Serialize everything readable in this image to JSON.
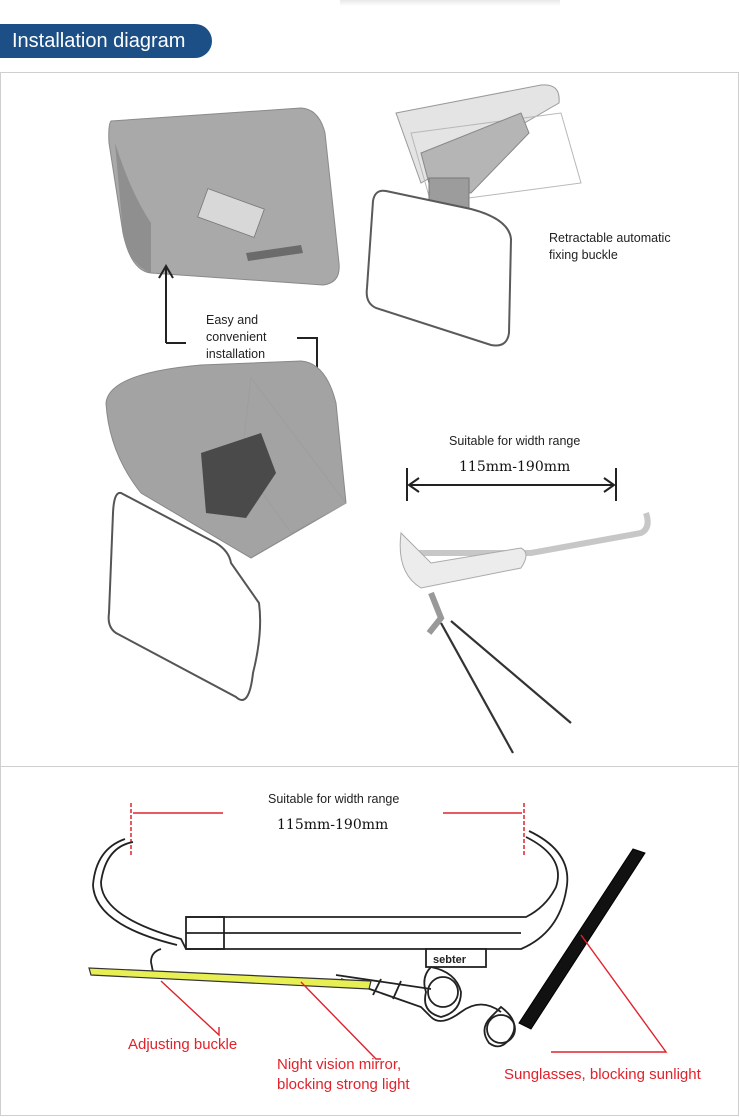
{
  "header": {
    "title": "Installation diagram",
    "color": "#1b4f86"
  },
  "top_panel": {
    "annotations": {
      "retractable": [
        "Retractable automatic",
        "fixing buckle"
      ],
      "easy_install": [
        "Easy and",
        "convenient",
        "installation"
      ],
      "width_label": "Suitable for width range",
      "width_range": "115mm-190mm"
    }
  },
  "bottom_panel": {
    "width_label": "Suitable for width range",
    "width_range": "115mm-190mm",
    "brand": "sebter",
    "callouts": {
      "adjusting_buckle": "Adjusting buckle",
      "night_vision": [
        "Night vision mirror,",
        "blocking strong light"
      ],
      "sunglasses": "Sunglasses, blocking sunlight"
    },
    "callout_color": "#e0222b",
    "night_lens_color": "#e8ef52",
    "sun_lens_color": "#111111"
  }
}
